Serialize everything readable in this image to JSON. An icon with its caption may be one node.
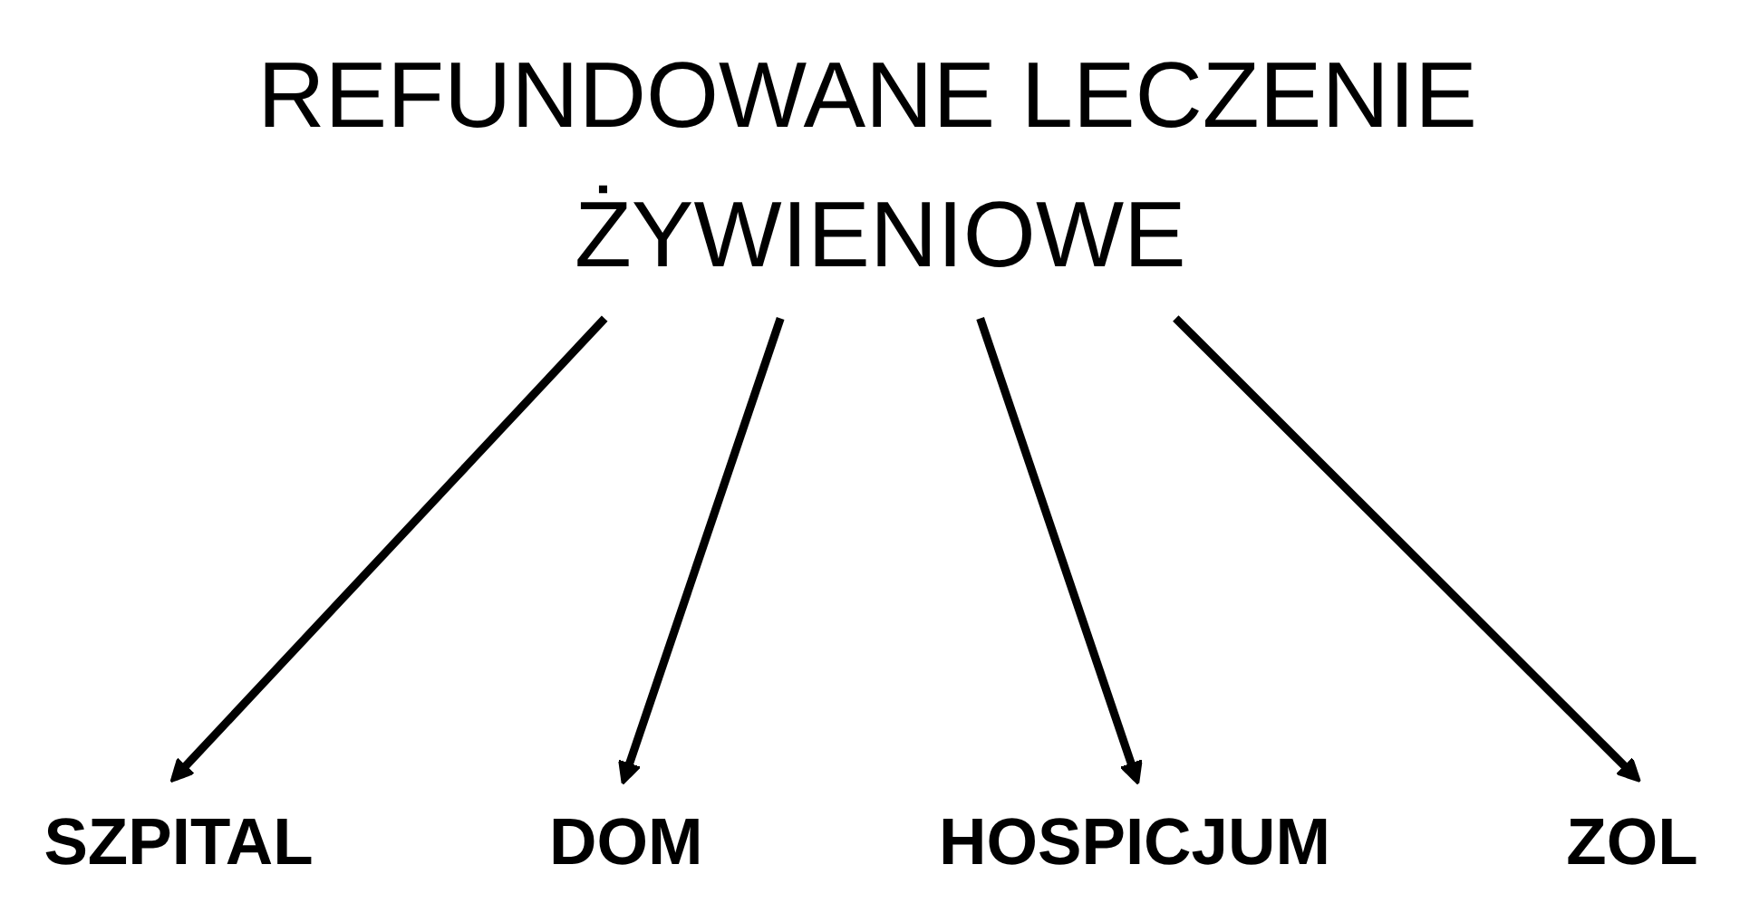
{
  "diagram": {
    "nodes": [
      {
        "text": [
          "REFUNDOWANE LECZENIE ŻYWIENIOWE"
        ]
      },
      {
        "text": [
          "SZPITAL"
        ]
      },
      {
        "text": [
          "DOM"
        ]
      },
      {
        "text": [
          "HOSPICJUM"
        ]
      },
      {
        "text": [
          "ZOL"
        ]
      }
    ],
    "edges": [
      {
        "from": 0,
        "to": 1,
        "arrow": "to"
      },
      {
        "from": 0,
        "to": 2,
        "arrow": "to"
      },
      {
        "from": 0,
        "to": 3,
        "arrow": "to"
      },
      {
        "from": 0,
        "to": 4,
        "arrow": "to"
      }
    ]
  }
}
